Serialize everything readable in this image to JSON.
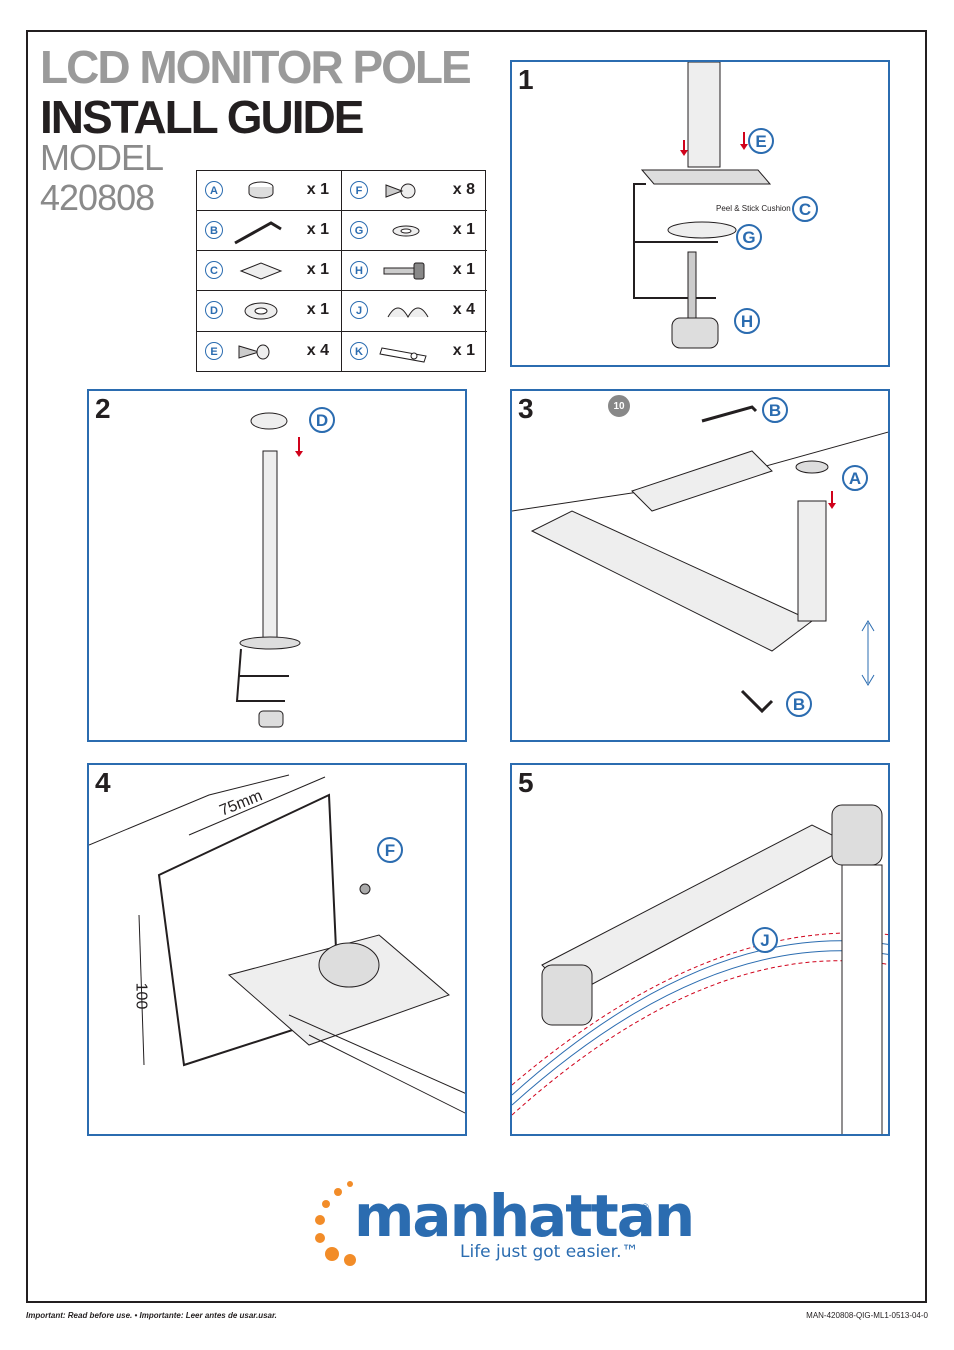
{
  "header": {
    "title_line1": "LCD MONITOR POLE",
    "title_line2": "INSTALL GUIDE",
    "model_label": "MODEL",
    "model_number": "420808"
  },
  "parts": [
    {
      "letter": "A",
      "qty": "x 1",
      "icon": "end-cap-icon"
    },
    {
      "letter": "F",
      "qty": "x 8",
      "icon": "screw-icon"
    },
    {
      "letter": "B",
      "qty": "x 1",
      "icon": "allen-key-icon"
    },
    {
      "letter": "G",
      "qty": "x 1",
      "icon": "washer-icon"
    },
    {
      "letter": "C",
      "qty": "x 1",
      "icon": "cushion-pad-icon"
    },
    {
      "letter": "H",
      "qty": "x 1",
      "icon": "bolt-icon"
    },
    {
      "letter": "D",
      "qty": "x 1",
      "icon": "pole-collar-icon"
    },
    {
      "letter": "J",
      "qty": "x 4",
      "icon": "cable-clip-icon"
    },
    {
      "letter": "E",
      "qty": "x 4",
      "icon": "screw-icon"
    },
    {
      "letter": "K",
      "qty": "x 1",
      "icon": "wrench-plate-icon"
    }
  ],
  "steps": {
    "s1": {
      "num": "1",
      "callouts": [
        "E",
        "C",
        "G",
        "H"
      ],
      "note": "Peel & Stick Cushion"
    },
    "s2": {
      "num": "2",
      "callouts": [
        "D"
      ]
    },
    "s3": {
      "num": "3",
      "callouts": [
        "B",
        "A",
        "B"
      ],
      "badge": "10"
    },
    "s4": {
      "num": "4",
      "callouts": [
        "F"
      ],
      "dim_h": "75mm",
      "dim_v": "100"
    },
    "s5": {
      "num": "5",
      "callouts": [
        "J"
      ]
    }
  },
  "logo": {
    "wordmark": "manhattan",
    "reg": "®",
    "tagline": "Life just got easier.™"
  },
  "footer": {
    "left": "Important: Read before use. • Importante: Leer antes de usar.usar.",
    "right": "MAN-420808-QIG-ML1-0513-04-0"
  },
  "colors": {
    "accent": "#2b6cb0",
    "arrow": "#d0021b",
    "logo_orange": "#f28c28"
  }
}
